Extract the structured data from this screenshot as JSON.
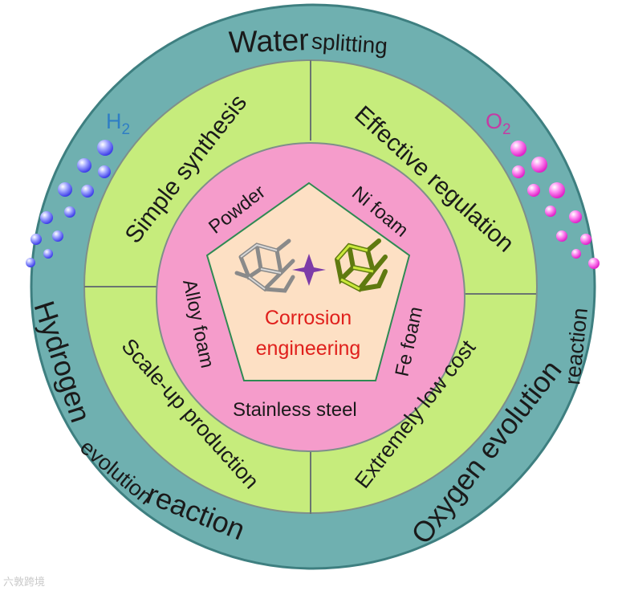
{
  "outer_ring": {
    "top_word_big": "Water",
    "top_word_small": "splitting",
    "left_big_1": "Hydrogen",
    "left_small": "evolution",
    "left_big_2": "reaction",
    "right_big": "Oxygen evolution",
    "right_small": "reaction",
    "h2_label": "H",
    "h2_sub": "2",
    "o2_label": "O",
    "o2_sub": "2"
  },
  "green_ring": {
    "top_left": "Simple synthesis",
    "top_right": "Effective regulation",
    "bottom_left": "Scale-up production",
    "bottom_right": "Extremely low cost"
  },
  "pink_ring": {
    "powder": "Powder",
    "ni_foam": "Ni foam",
    "fe_foam": "Fe foam",
    "stainless_steel": "Stainless steel",
    "alloy_foam": "Alloy foam"
  },
  "center": {
    "line1": "Corrosion",
    "line2": "engineering"
  },
  "watermark": "六敦跨境",
  "colors": {
    "outer_teal": "#6fb0b0",
    "green": "#c6ec7c",
    "pink": "#f59ccb",
    "center_fill": "#fde0c4",
    "center_text": "#e0201c",
    "h2_color": "#2f7ec4",
    "o2_color": "#c43ba4"
  }
}
